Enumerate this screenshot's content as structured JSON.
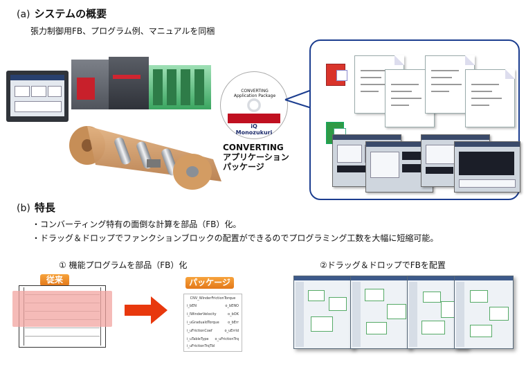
{
  "section_a": {
    "prefix": "(a)",
    "title": "システムの概要",
    "subtitle": "張力制御用FB、プログラム例、マニュアルを同梱"
  },
  "cd": {
    "line1": "CONVERTING",
    "line2": "Application Package",
    "brand": "iQ Monozukuri"
  },
  "package_caption": {
    "line1": "CONVERTING",
    "line2": "アプリケーション",
    "line3": "パッケージ"
  },
  "section_b": {
    "prefix": "(b)",
    "title": "特長",
    "bullets": [
      "・コンバーティング特有の面倒な計算を部品（FB）化。",
      "・ドラッグ＆ドロップでファンクションブロックの配置ができるのでプログラミング工数を大幅に短縮可能。"
    ]
  },
  "feature1": {
    "title": "① 機能プログラムを部品（FB）化",
    "before_label": "従来",
    "after_label": "パッケージ"
  },
  "feature2": {
    "title": "②ドラッグ＆ドロップでFBを配置"
  },
  "fb_block": {
    "name": "CNV_WinderFrictionTorque",
    "rows": [
      [
        "i_bEN",
        "o_bENO"
      ],
      [
        "i_lWinderVelocity",
        "o_bOK"
      ],
      [
        "i_uGradualdTorque",
        "o_bErr"
      ],
      [
        "i_uFrictionCoef",
        "o_uErrId"
      ],
      [
        "i_uTableType",
        "o_uFrictionTrq"
      ],
      [
        "i_uFrictionTrqTbl",
        ""
      ]
    ]
  },
  "colors": {
    "panel_border": "#1b3d8f",
    "arrow": "#e8380d",
    "tag": "#e9821f",
    "highlight": "#f2a4a0"
  }
}
